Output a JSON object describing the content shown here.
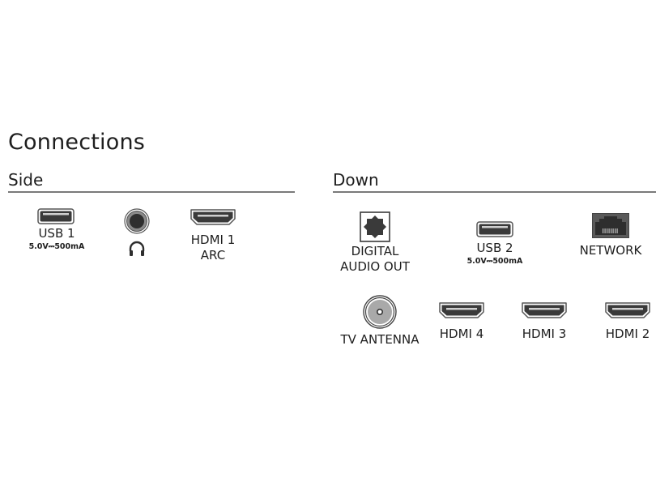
{
  "page": {
    "title": "Connections"
  },
  "sections": {
    "side": {
      "heading": "Side",
      "ports": [
        {
          "id": "usb1",
          "label": "USB 1",
          "spec": "5.0V⎓500mA",
          "icon": "usb-a-icon"
        },
        {
          "id": "headphone",
          "label": "",
          "icon": "headphone-jack-icon",
          "sub_icon": "headphones-icon"
        },
        {
          "id": "hdmi1",
          "label_line1": "HDMI 1",
          "label_line2": "ARC",
          "icon": "hdmi-icon"
        }
      ]
    },
    "down": {
      "heading": "Down",
      "ports": [
        {
          "id": "digital-audio",
          "label_line1": "DIGITAL",
          "label_line2": "AUDIO OUT",
          "icon": "optical-toslink-icon"
        },
        {
          "id": "usb2",
          "label": "USB 2",
          "spec": "5.0V⎓500mA",
          "icon": "usb-a-icon"
        },
        {
          "id": "network",
          "label": "NETWORK",
          "icon": "ethernet-rj45-icon"
        },
        {
          "id": "tv-antenna",
          "label": "TV ANTENNA",
          "icon": "coax-antenna-icon"
        },
        {
          "id": "hdmi4",
          "label": "HDMI 4",
          "icon": "hdmi-icon"
        },
        {
          "id": "hdmi3",
          "label": "HDMI 3",
          "icon": "hdmi-icon"
        },
        {
          "id": "hdmi2",
          "label": "HDMI 2",
          "icon": "hdmi-icon"
        }
      ]
    }
  },
  "colors": {
    "icon_dark": "#3a3a3a",
    "icon_outline": "#555555",
    "rule": "#7a7a7a",
    "text": "#1e1e1e"
  }
}
